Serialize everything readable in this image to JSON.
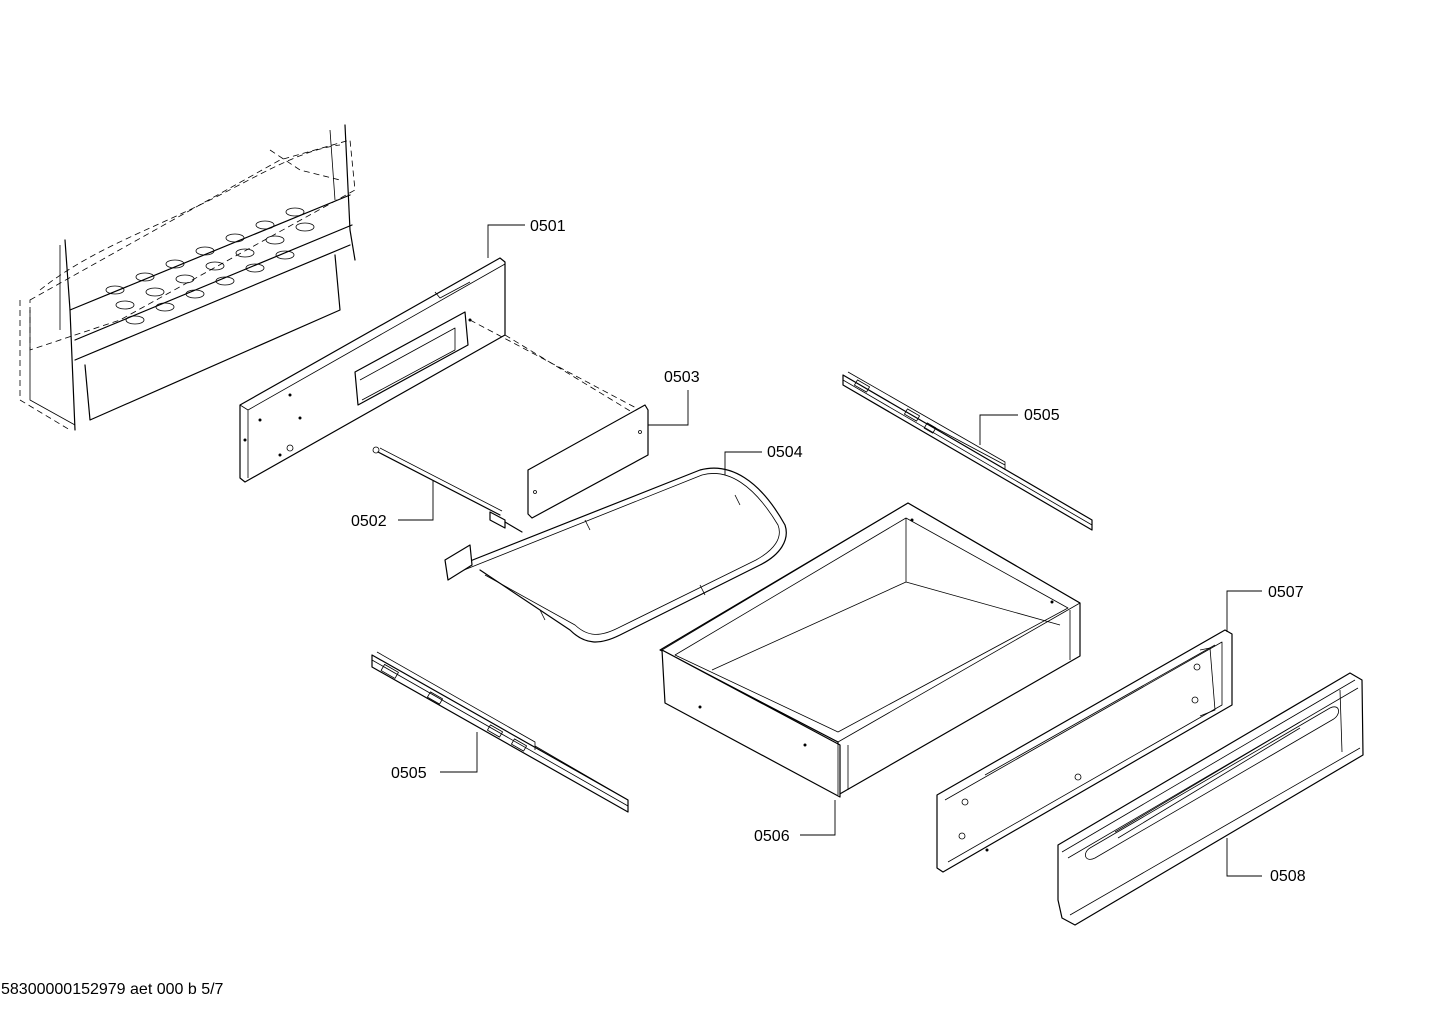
{
  "callouts": {
    "p0501": "0501",
    "p0502": "0502",
    "p0503": "0503",
    "p0504": "0504",
    "p0505_right": "0505",
    "p0505_left": "0505",
    "p0506": "0506",
    "p0507": "0507",
    "p0508": "0508"
  },
  "footer": {
    "doc_reference": "58300000152979 aet 000 b 5/7"
  }
}
